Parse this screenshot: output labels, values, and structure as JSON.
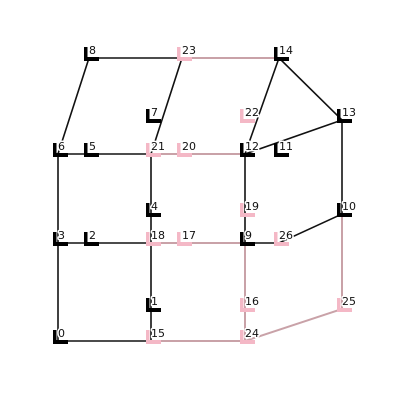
{
  "colors": {
    "background": "#ffffff",
    "black_edge": "#111111",
    "pink_edge": "#c9a2a8",
    "black_marker": "#000000",
    "pink_marker": "#f4b8c6",
    "label": "#111111"
  },
  "nodes": [
    {
      "id": "0",
      "label": "0",
      "style": "black"
    },
    {
      "id": "1",
      "label": "1",
      "style": "black"
    },
    {
      "id": "2",
      "label": "2",
      "style": "black"
    },
    {
      "id": "3",
      "label": "3",
      "style": "black"
    },
    {
      "id": "4",
      "label": "4",
      "style": "black"
    },
    {
      "id": "5",
      "label": "5",
      "style": "black"
    },
    {
      "id": "6",
      "label": "6",
      "style": "black"
    },
    {
      "id": "7",
      "label": "7",
      "style": "black"
    },
    {
      "id": "8",
      "label": "8",
      "style": "black"
    },
    {
      "id": "9",
      "label": "9",
      "style": "black"
    },
    {
      "id": "10",
      "label": "10",
      "style": "black"
    },
    {
      "id": "11",
      "label": "11",
      "style": "black"
    },
    {
      "id": "12",
      "label": "12",
      "style": "black"
    },
    {
      "id": "13",
      "label": "13",
      "style": "black"
    },
    {
      "id": "14",
      "label": "14",
      "style": "black"
    },
    {
      "id": "15",
      "label": "15",
      "style": "pink"
    },
    {
      "id": "16",
      "label": "16",
      "style": "pink"
    },
    {
      "id": "17",
      "label": "17",
      "style": "pink"
    },
    {
      "id": "18",
      "label": "18",
      "style": "pink"
    },
    {
      "id": "19",
      "label": "19",
      "style": "pink"
    },
    {
      "id": "20",
      "label": "20",
      "style": "pink"
    },
    {
      "id": "21",
      "label": "21",
      "style": "pink"
    },
    {
      "id": "22",
      "label": "22",
      "style": "pink"
    },
    {
      "id": "23",
      "label": "23",
      "style": "pink"
    },
    {
      "id": "24",
      "label": "24",
      "style": "pink"
    },
    {
      "id": "25",
      "label": "25",
      "style": "pink"
    },
    {
      "id": "26",
      "label": "26",
      "style": "pink"
    }
  ],
  "edges": [
    {
      "from": "0",
      "to": "3",
      "style": "black"
    },
    {
      "from": "3",
      "to": "6",
      "style": "black"
    },
    {
      "from": "6",
      "to": "8",
      "style": "black"
    },
    {
      "from": "0",
      "to": "15",
      "style": "black"
    },
    {
      "from": "15",
      "to": "24",
      "style": "pink"
    },
    {
      "from": "24",
      "to": "25",
      "style": "pink"
    },
    {
      "from": "3",
      "to": "18",
      "style": "black"
    },
    {
      "from": "18",
      "to": "9",
      "style": "pink"
    },
    {
      "from": "9",
      "to": "26",
      "style": "black"
    },
    {
      "from": "26",
      "to": "10",
      "style": "black"
    },
    {
      "from": "6",
      "to": "21",
      "style": "black"
    },
    {
      "from": "21",
      "to": "12",
      "style": "pink"
    },
    {
      "from": "12",
      "to": "13",
      "style": "black"
    },
    {
      "from": "8",
      "to": "23",
      "style": "black"
    },
    {
      "from": "23",
      "to": "14",
      "style": "pink"
    },
    {
      "from": "14",
      "to": "13",
      "style": "black"
    },
    {
      "from": "15",
      "to": "18",
      "style": "black"
    },
    {
      "from": "18",
      "to": "21",
      "style": "black"
    },
    {
      "from": "21",
      "to": "23",
      "style": "black"
    },
    {
      "from": "24",
      "to": "9",
      "style": "pink"
    },
    {
      "from": "9",
      "to": "12",
      "style": "black"
    },
    {
      "from": "12",
      "to": "14",
      "style": "black"
    },
    {
      "from": "13",
      "to": "10",
      "style": "black"
    },
    {
      "from": "10",
      "to": "25",
      "style": "pink"
    }
  ]
}
